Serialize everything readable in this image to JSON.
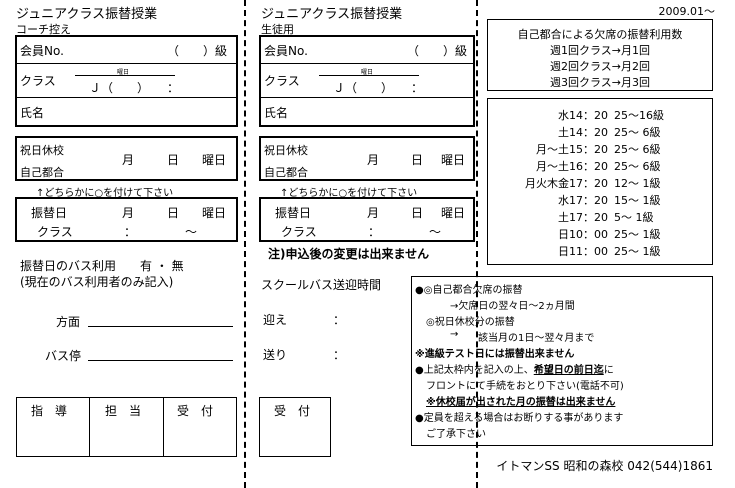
{
  "left": {
    "title": "ジュニアクラス振替授業",
    "subtitle": "コーチ控え",
    "member_no_label": "会員No.",
    "grade_parens": "（　　）級",
    "class_label": "クラス",
    "weekday_small": "曜日",
    "class_field": "Ｊ（　　）　　：",
    "name_label": "氏名",
    "holiday_label": "祝日休校",
    "self_label": "自己都合",
    "month": "月",
    "day": "日",
    "weekday": "曜日",
    "circle_note": "↑どちらかに○を付けて下さい",
    "transfer_day_label": "振替日",
    "class_label2": "クラス",
    "colon": "：",
    "tilde": "～",
    "bus_use": "振替日のバス利用　　有 ・ 無",
    "bus_note": "(現在のバス利用者のみ記入)",
    "direction_label": "方面",
    "bus_stop_label": "バス停",
    "sign_cols": [
      "指　導",
      "担　当",
      "受　付"
    ]
  },
  "middle": {
    "title": "ジュニアクラス振替授業",
    "subtitle": "生徒用",
    "member_no_label": "会員No.",
    "grade_parens": "（　　）級",
    "class_label": "クラス",
    "weekday_small": "曜日",
    "class_field": "Ｊ（　　）　　：",
    "name_label": "氏名",
    "holiday_label": "祝日休校",
    "self_label": "自己都合",
    "month": "月",
    "day": "日",
    "weekday": "曜日",
    "circle_note": "↑どちらかに○を付けて下さい",
    "transfer_day_label": "振替日",
    "class_label2": "クラス",
    "colon": "：",
    "tilde": "～",
    "note": "注)申込後の変更は出来ません",
    "bus_time_title": "スクールバス送迎時間",
    "pickup_label": "迎え",
    "dropoff_label": "送り",
    "reception": "受　付"
  },
  "right": {
    "date": "2009.01～",
    "usage_title": "自己都合による欠席の振替利用数",
    "usage_lines": [
      "週1回クラス→月1回",
      "週2回クラス→月2回",
      "週3回クラス→月3回"
    ],
    "schedule": [
      [
        "水14：20",
        "25～16級"
      ],
      [
        "土14：20",
        "25～ 6級"
      ],
      [
        "月～土15：20",
        "25～ 6級"
      ],
      [
        "月～土16：20",
        "25～ 6級"
      ],
      [
        "月火木金17：20",
        "12～ 1級"
      ],
      [
        "水17：20",
        "15～ 1級"
      ],
      [
        "土17：20",
        "5～ 1級"
      ],
      [
        "日10：00",
        "25～ 1級"
      ],
      [
        "日11：00",
        "25～ 1級"
      ]
    ],
    "rules": {
      "r1": "●◎自己都合欠席の振替",
      "r2": "→欠席日の翌々日～2ヵ月間",
      "r3": "◎祝日休校分の振替",
      "r4": "→",
      "r5": "該当月の1日～翌々月まで",
      "r6": "※進級テスト日には振替出来ません",
      "r7a": "●上記太枠内を記入の上、",
      "r7b": "希望日の前日迄",
      "r7c": "に",
      "r8": "フロントにて手続をおとり下さい(電話不可)",
      "r9": "※休校届が出された月の振替は出来ません",
      "r10": "●定員を超える場合はお断りする事があります",
      "r11": "ご了承下さい"
    },
    "footer": "イトマンSS 昭和の森校 042(544)1861"
  }
}
